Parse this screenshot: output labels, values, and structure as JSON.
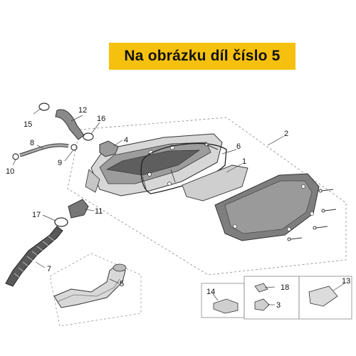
{
  "banner": {
    "text": "Na obrázku díl číslo 5",
    "color": "#f6c10e"
  },
  "callouts": {
    "c1": "1",
    "c2": "2",
    "c3": "3",
    "c4": "4",
    "c5": "5",
    "c6": "6",
    "c7": "7",
    "c8": "8",
    "c9": "9",
    "c10": "10",
    "c11": "11",
    "c12": "12",
    "c13": "13",
    "c14": "14",
    "c15": "15",
    "c16": "16",
    "c17": "17",
    "c18": "18"
  }
}
